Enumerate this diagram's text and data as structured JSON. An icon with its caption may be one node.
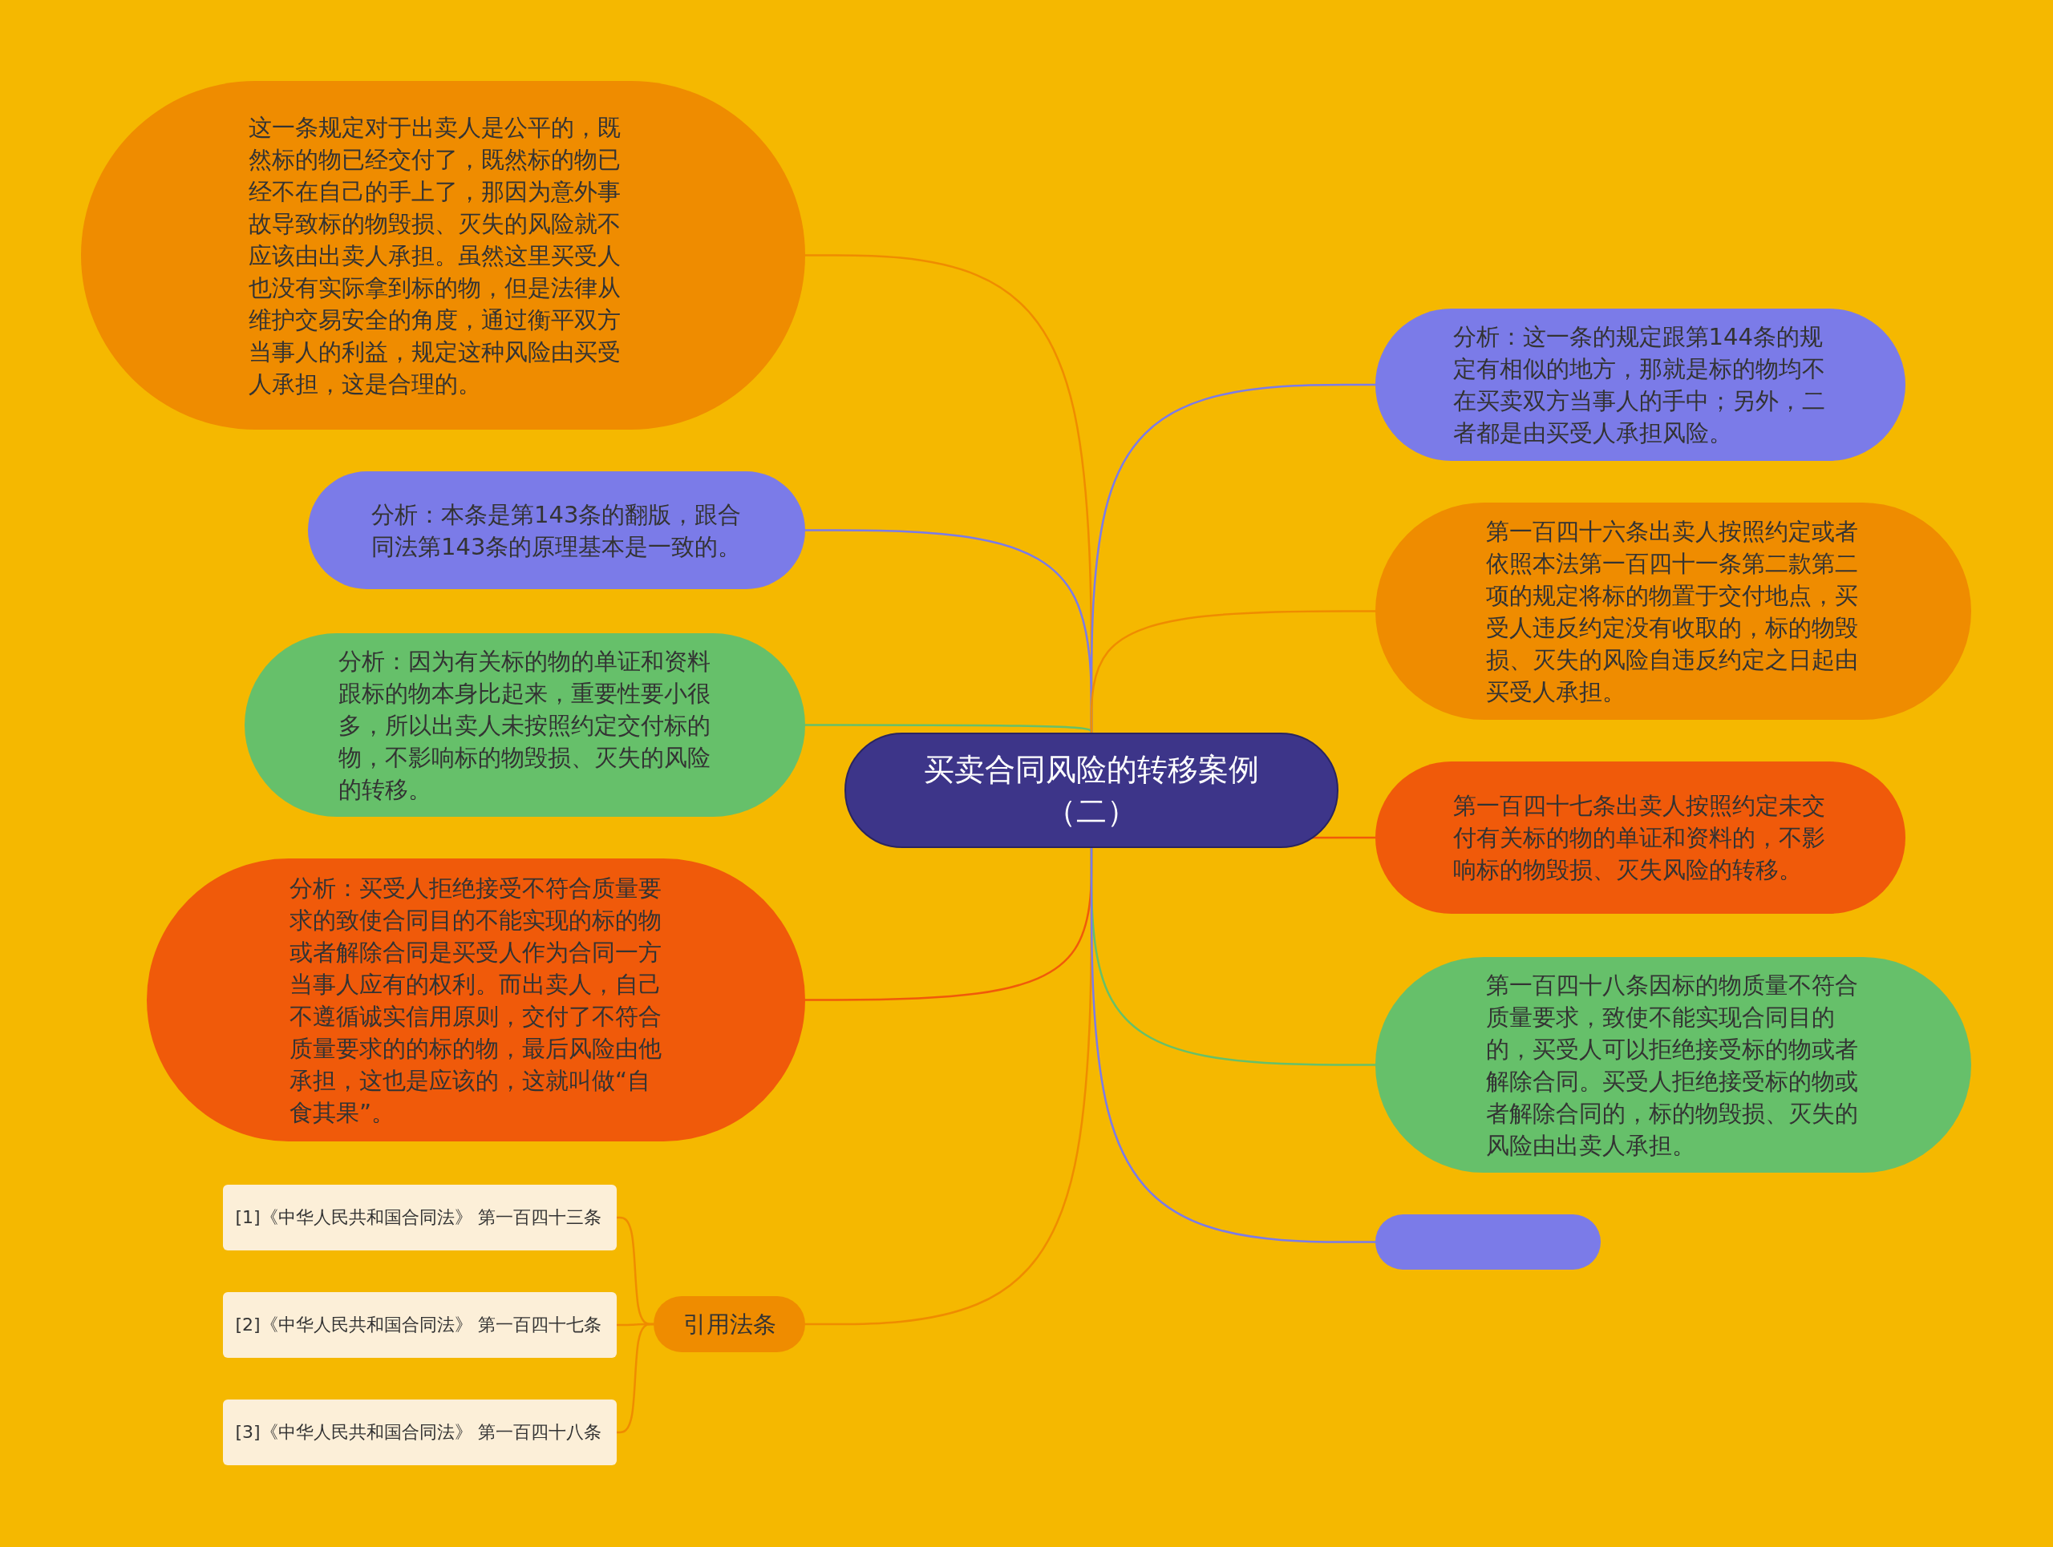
{
  "diagram": {
    "nodes": [
      {
        "text": [
          "买卖合同风险的转移案例（二）"
        ]
      },
      {
        "text": [
          "这一条规定对于出卖人是公平的，既然标的物已经交付了，既然标的物已经不在自己的手上了，那因为意外事故导致标的物毁损、灭失的风险就不应该由出卖人承担。虽然这里买受人也没有实际拿到标的物，但是法律从维护交易安全的角度，通过衡平双方当事人的利益，规定这种风险由买受人承担，这是合理的。"
        ]
      },
      {
        "text": [
          "分析：本条是第143条的翻版，跟合同法第143条的原理基本是一致的。"
        ]
      },
      {
        "text": [
          "分析：因为有关标的物的单证和资料跟标的物本身比起来，重要性要小很多，所以出卖人未按照约定交付标的物，不影响标的物毁损、灭失的风险的转移。"
        ]
      },
      {
        "text": [
          "分析：买受人拒绝接受不符合质量要求的致使合同目的不能实现的标的物或者解除合同是买受人作为合同一方当事人应有的权利。而出卖人，自己不遵循诚实信用原则，交付了不符合质量要求的的标的物，最后风险由他承担，这也是应该的，这就叫做“自食其果”。"
        ]
      },
      {
        "text": [
          "引用法条"
        ]
      },
      {
        "text": [
          "[1]《中华人民共和国合同法》 第一百四十三条"
        ]
      },
      {
        "text": [
          "[2]《中华人民共和国合同法》 第一百四十七条"
        ]
      },
      {
        "text": [
          "[3]《中华人民共和国合同法》 第一百四十八条"
        ]
      },
      {
        "text": [
          "分析：这一条的规定跟第144条的规定有相似的地方，那就是标的物均不在买卖双方当事人的手中；另外，二者都是由买受人承担风险。"
        ]
      },
      {
        "text": [
          "第一百四十六条出卖人按照约定或者依照本法第一百四十一条第二款第二项的规定将标的物置于交付地点，买受人违反约定没有收取的，标的物毁损、灭失的风险自违反约定之日起由买受人承担。"
        ]
      },
      {
        "text": [
          "第一百四十七条出卖人按照约定未交付有关标的物的单证和资料的，不影响标的物毁损、灭失风险的转移。"
        ]
      },
      {
        "text": [
          "第一百四十八条因标的物质量不符合质量要求，致使不能实现合同目的的，买受人可以拒绝接受标的物或者解除合同。买受人拒绝接受标的物或者解除合同的，标的物毁损、灭失的风险由出卖人承担。"
        ]
      },
      {
        "text": [],
        "shape": "box"
      }
    ],
    "edges": [
      {
        "from": 0,
        "to": 1,
        "arrow": "none"
      },
      {
        "from": 0,
        "to": 2,
        "arrow": "none",
        "color": "#7b7be8"
      },
      {
        "from": 0,
        "to": 3,
        "arrow": "none",
        "color": "#66c06a"
      },
      {
        "from": 0,
        "to": 4,
        "arrow": "none",
        "color": "#f05a0a"
      },
      {
        "from": 0,
        "to": 5,
        "arrow": "none"
      },
      {
        "from": 5,
        "to": 6,
        "arrow": "none"
      },
      {
        "from": 5,
        "to": 7,
        "arrow": "none"
      },
      {
        "from": 5,
        "to": 8,
        "arrow": "none"
      },
      {
        "from": 0,
        "to": 9,
        "arrow": "none",
        "color": "#7b7be8"
      },
      {
        "from": 0,
        "to": 10,
        "arrow": "none"
      },
      {
        "from": 0,
        "to": 11,
        "arrow": "none",
        "color": "#f05a0a"
      },
      {
        "from": 0,
        "to": 12,
        "arrow": "none",
        "color": "#66c06a"
      },
      {
        "from": 0,
        "to": 13,
        "arrow": "none",
        "color": "#7b7be8"
      }
    ]
  }
}
